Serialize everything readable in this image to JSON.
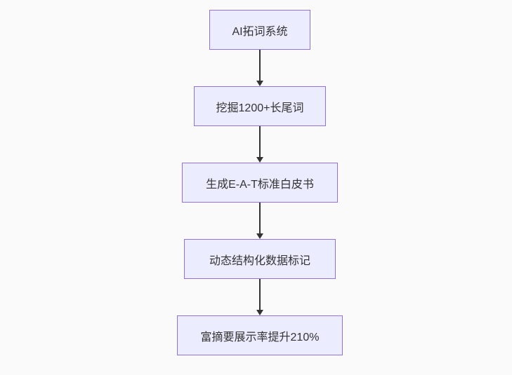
{
  "flowchart": {
    "type": "flowchart-vertical",
    "background": "#FAFAFA",
    "node_fill": "#ECECFF",
    "node_border_color": "#9370DB",
    "node_text_color": "#333333",
    "arrow_color": "#333333",
    "nodes": [
      {
        "label": "AI拓词系统"
      },
      {
        "label": "挖掘1200+长尾词"
      },
      {
        "label": "生成E-A-T标准白皮书"
      },
      {
        "label": "动态结构化数据标记"
      },
      {
        "label": "富摘要展示率提升210%"
      }
    ]
  }
}
